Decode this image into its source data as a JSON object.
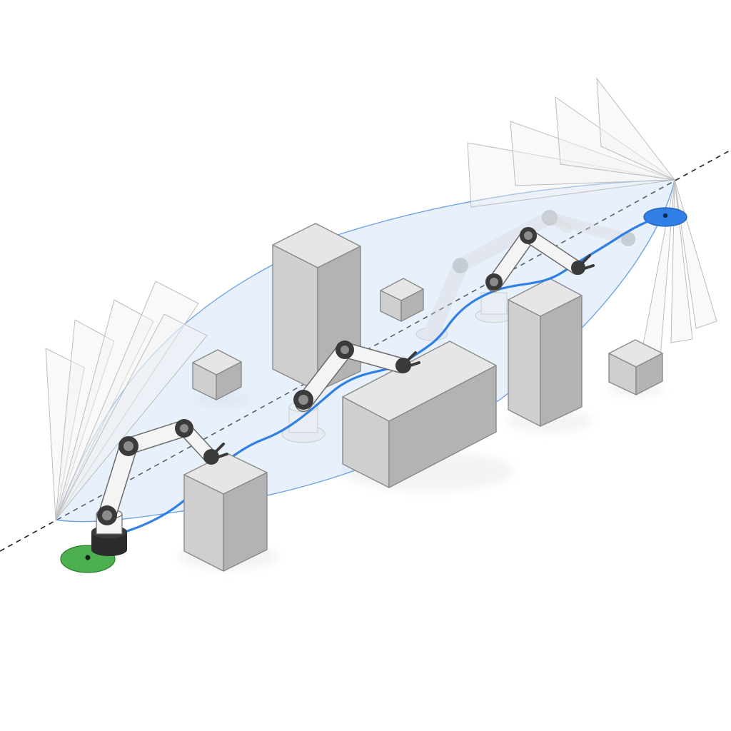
{
  "scene": {
    "kind": "robot-arm-motion-planning-illustration",
    "start_marker": {
      "color": "#3daa3a"
    },
    "goal_marker": {
      "color": "#2f7fe6"
    },
    "path_color": "#2f7fe6",
    "envelope_color": "#b9d4f3",
    "obstacle_colors": {
      "top": "#e6e6e6",
      "left": "#cfcfcf",
      "right": "#b3b3b3",
      "stroke": "#8a8a8a"
    },
    "robot_colors": {
      "link": "#f4f4f4",
      "joint": "#3a3a3a",
      "base": "#2b2b2b"
    },
    "robot_poses": [
      "solid-start",
      "ghost-middle",
      "solid-middle",
      "ghost-upper",
      "solid-upper",
      "ghost-goal"
    ],
    "sweep_fan_count": 5
  }
}
